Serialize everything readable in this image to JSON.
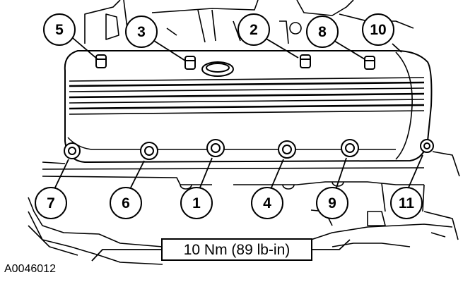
{
  "figure_id": "A0046012",
  "torque_spec": "10 Nm (89 lb-in)",
  "callouts": [
    "5",
    "3",
    "2",
    "8",
    "10",
    "7",
    "6",
    "1",
    "4",
    "9",
    "11"
  ],
  "line_color": "#000000",
  "background_color": "#ffffff"
}
